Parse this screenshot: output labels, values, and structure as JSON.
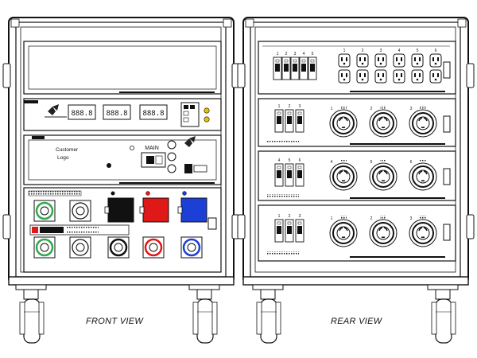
{
  "captions": {
    "front": "FRONT VIEW",
    "rear": "REAR VIEW"
  },
  "front_panel": {
    "logo_line1": "Customer",
    "logo_line2": "Logo",
    "main_label": "MAIN",
    "meter_values": [
      "888.8",
      "888.8",
      "888.8"
    ],
    "indicator_colors": [
      "#e8c400",
      "#e8c400"
    ],
    "connector_colors": {
      "ground": "#2fa84f",
      "neutral": "#ffffff",
      "phase_a": "#111111",
      "phase_b": "#e01818",
      "phase_c": "#1c3fd6"
    }
  },
  "rear_panel": {
    "row1_breaker_numbers": [
      "1",
      "2",
      "3",
      "4",
      "5"
    ],
    "row1_receptacle_numbers": [
      "1",
      "2",
      "3",
      "4",
      "5",
      "6"
    ],
    "row2_breaker_numbers": [
      "1",
      "2",
      "3"
    ],
    "row2_receptacle_numbers": [
      "1",
      "2",
      "3"
    ],
    "row3_breaker_numbers": [
      "4",
      "5",
      "6"
    ],
    "row3_receptacle_numbers": [
      "4",
      "5",
      "6"
    ],
    "row4_breaker_numbers": [
      "1",
      "2",
      "3"
    ],
    "row4_receptacle_numbers": [
      "1",
      "2",
      "3"
    ]
  }
}
